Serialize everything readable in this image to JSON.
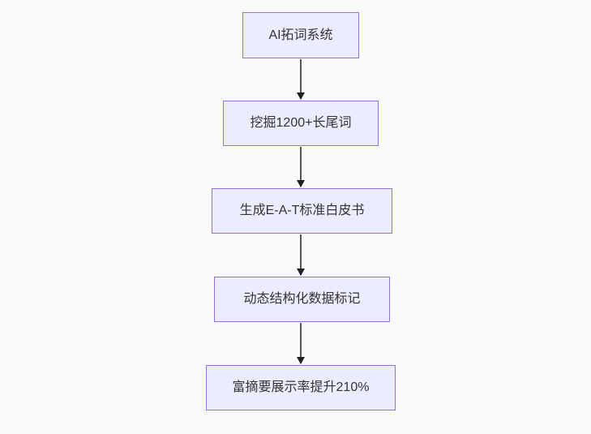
{
  "diagram": {
    "type": "flowchart-top-down",
    "colors": {
      "background": "#f9f9f9",
      "node_fill": "#ECECFF",
      "node_border": "#9370DB",
      "node_text": "#333333",
      "edge_line": "#555555",
      "edge_arrowhead": "#1f1f1f"
    },
    "nodes": [
      {
        "id": "n1",
        "label": "AI拓词系统"
      },
      {
        "id": "n2",
        "label": "挖掘1200+长尾词"
      },
      {
        "id": "n3",
        "label": "生成E-A-T标准白皮书"
      },
      {
        "id": "n4",
        "label": "动态结构化数据标记"
      },
      {
        "id": "n5",
        "label": "富摘要展示率提升210%"
      }
    ],
    "edges": [
      {
        "from": "n1",
        "to": "n2",
        "style": "arrow-down"
      },
      {
        "from": "n2",
        "to": "n3",
        "style": "arrow-down"
      },
      {
        "from": "n3",
        "to": "n4",
        "style": "arrow-down"
      },
      {
        "from": "n4",
        "to": "n5",
        "style": "arrow-down"
      }
    ]
  }
}
